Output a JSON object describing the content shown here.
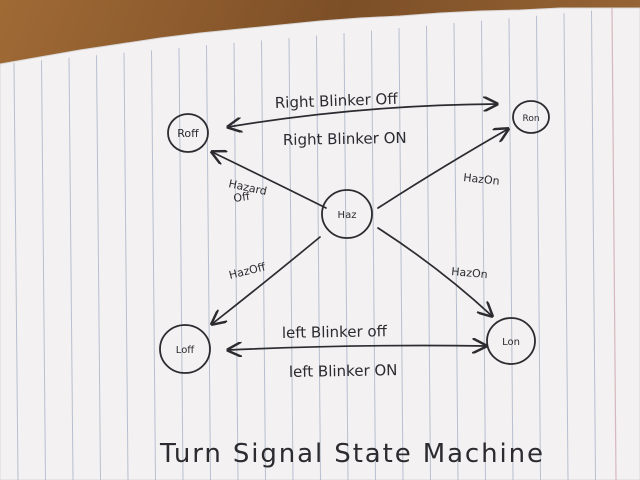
{
  "diagram": {
    "title": "Turn Signal State Machine",
    "states": {
      "r_off": "Roff",
      "r_on": "Ron",
      "haz": "Haz",
      "l_off": "Loff",
      "l_on": "Lon"
    },
    "transitions": {
      "right_blinker_off": "Right Blinker Off",
      "right_blinker_on": "Right Blinker ON",
      "left_blinker_off": "left Blinker off",
      "left_blinker_on": "left Blinker ON",
      "hazard_off_upper_line1": "Hazard",
      "hazard_off_upper_line2": "Off",
      "hazard_on_upper": "HazOn",
      "hazard_off_lower": "HazOff",
      "hazard_on_lower": "HazOn"
    }
  },
  "colors": {
    "paper": "#f3f1f2",
    "ruled_line": "#b8bfcf",
    "margin_line": "#d7b7bd",
    "ink": "#2b2b30",
    "table": "#8a5a2e"
  }
}
